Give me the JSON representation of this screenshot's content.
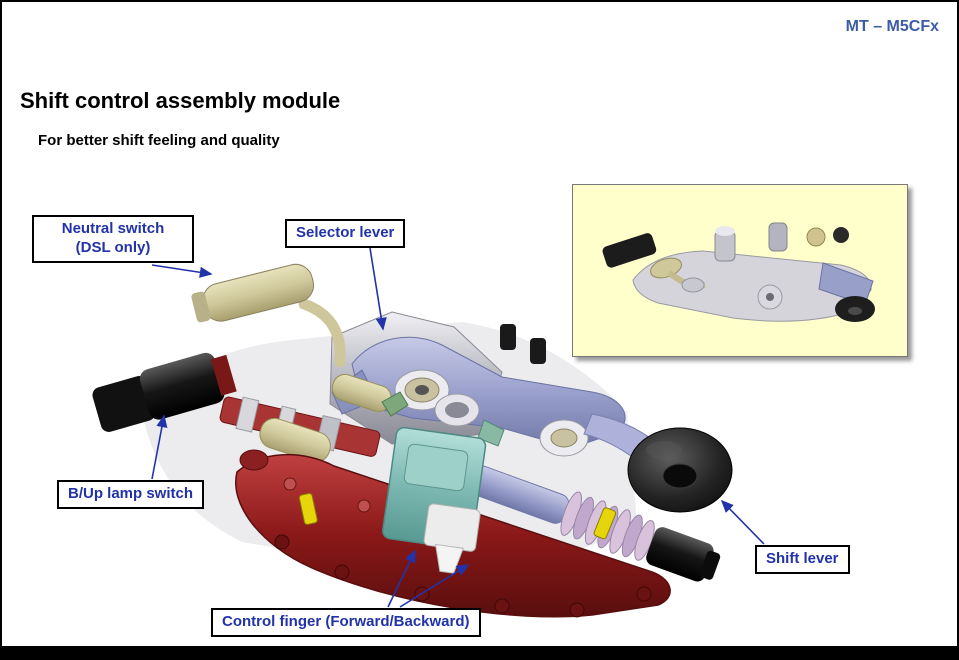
{
  "header": {
    "model_code": "MT – M5CFx"
  },
  "title": "Shift control assembly module",
  "subtitle": "For better shift feeling and quality",
  "callouts": {
    "neutral_switch": "Neutral switch\n(DSL only)",
    "selector_lever": "Selector lever",
    "bup_lamp_switch": "B/Up lamp switch",
    "shift_lever": "Shift lever",
    "control_finger": "Control finger (Forward/Backward)"
  },
  "colors": {
    "label_text": "#2233aa",
    "model_code_text": "#3d5ca6",
    "arrow": "#2233aa",
    "inset_background": "#ffffcc",
    "housing_red": "#a02020",
    "control_block_teal": "#8cc4c0"
  }
}
